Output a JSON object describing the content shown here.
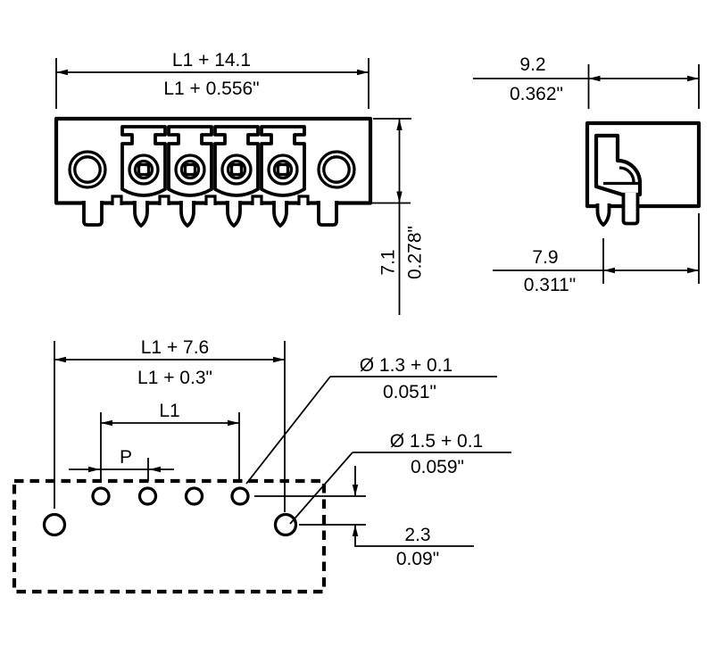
{
  "colors": {
    "ink": "#000000",
    "paper": "#ffffff"
  },
  "front_view": {
    "width_mm": "L1 + 14.1",
    "width_in": "L1 + 0.556\"",
    "height_mm": "7.1",
    "height_in": "0.278\""
  },
  "side_view": {
    "width_mm": "9.2",
    "width_in": "0.362\"",
    "depth_mm": "7.9",
    "depth_in": "0.311\""
  },
  "pcb": {
    "span_mm": "L1 + 7.6",
    "span_in": "L1 + 0.3\"",
    "l1": "L1",
    "pitch": "P",
    "small_hole_mm": "Ø 1.3 + 0.1",
    "small_hole_in": "0.051\"",
    "large_hole_mm": "Ø 1.5 + 0.1",
    "large_hole_in": "0.059\"",
    "row_offset_mm": "2.3",
    "row_offset_in": "0.09\""
  }
}
